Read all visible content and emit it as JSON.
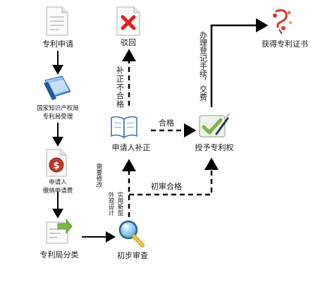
{
  "nodes": {
    "apply": "专利申请",
    "sipo_line1": "国家知识产权局",
    "sipo_line2": "专利局受理",
    "fee_line1": "申请人",
    "fee_line2": "缴纳申请费",
    "classify": "专利局分类",
    "prelim": "初步审查",
    "supplement": "申请人补正",
    "reject": "驳回",
    "grant": "授予专利权",
    "obtain": "获得专利证书"
  },
  "edges": {
    "supplement_fail": "补正不合格",
    "qualified": "合格",
    "prelim_pass": "初审合格",
    "needs_supplement": "需要修改",
    "design_utility_line1": "实用新型",
    "design_utility_line2": "外观设计",
    "register": "办理登记手续，交费"
  },
  "colors": {
    "arrow": "#000000",
    "reject_red": "#e02020",
    "doc_blue": "#3a7fd0",
    "grant_green": "#7ab648",
    "certificate_red": "#d23a2a"
  },
  "icons": {
    "apply": "document-icon",
    "sipo": "folder-icon",
    "fee": "fee-document-icon",
    "classify": "classify-document-icon",
    "prelim": "magnifier-icon",
    "supplement": "open-book-icon",
    "reject": "reject-document-icon",
    "grant": "checkmark-pen-icon",
    "obtain": "certificate-icon"
  }
}
